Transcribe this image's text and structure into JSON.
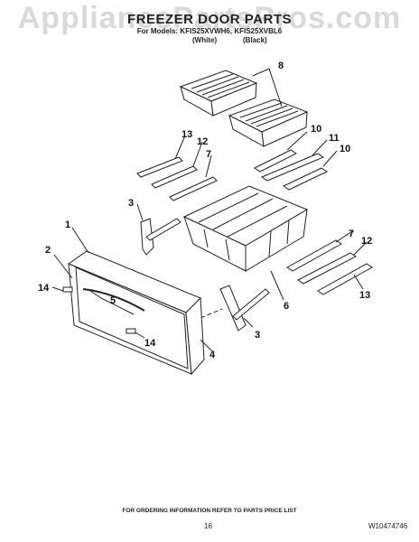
{
  "watermark": "AppliancePartsPros.com",
  "title": "FREEZER DOOR PARTS",
  "models_line": "For Models: KFIS25XVWH6, KFIS25XVBL6",
  "variants": [
    "(White)",
    "(Black)"
  ],
  "callouts": [
    "1",
    "2",
    "3",
    "3",
    "4",
    "5",
    "6",
    "7",
    "7",
    "8",
    "10",
    "10",
    "11",
    "12",
    "12",
    "13",
    "13",
    "14",
    "14"
  ],
  "footer_note": "FOR ORDERING INFORMATION REFER TO PARTS PRICE LIST",
  "page_number": "16",
  "document_id": "W10474746",
  "colors": {
    "line": "#222222",
    "watermark": "#d9d9d9",
    "fill": "#ffffff"
  }
}
